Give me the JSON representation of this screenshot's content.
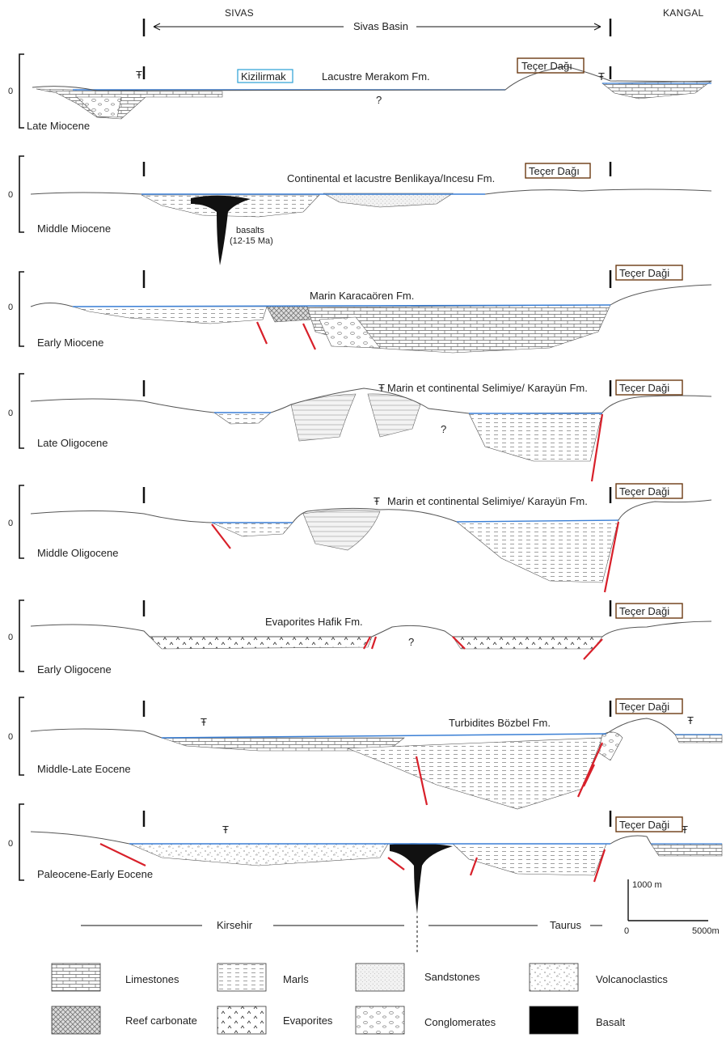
{
  "header": {
    "left_city": "SIVAS",
    "right_city": "KANGAL",
    "basin_label": "Sivas Basin"
  },
  "panels": [
    {
      "zero": "0",
      "period": "Late Miocene",
      "formation": "Lacustre Merakom Fm.",
      "kizilirmak": "Kizilirmak",
      "tecer": "Teçer Dağı",
      "question": "?"
    },
    {
      "zero": "0",
      "period": "Middle Miocene",
      "formation": "Continental et lacustre Benlikaya/Incesu Fm.",
      "tecer": "Teçer Dağı",
      "basalt_label": "basalts",
      "basalt_age": "(12-15 Ma)"
    },
    {
      "zero": "0",
      "period": "Early Miocene",
      "formation": "Marin Karacaören Fm.",
      "tecer": "Teçer Daği"
    },
    {
      "zero": "0",
      "period": "Late Oligocene",
      "formation": "Marin et continental Selimiye/ Karayün Fm.",
      "tecer": "Teçer Daği",
      "question": "?"
    },
    {
      "zero": "0",
      "period": "Middle Oligocene",
      "formation": "Marin et continental Selimiye/ Karayün Fm.",
      "tecer": "Teçer Daği"
    },
    {
      "zero": "0",
      "period": "Early Oligocene",
      "formation": "Evaporites Hafik Fm.",
      "tecer": "Teçer Daği",
      "question": "?"
    },
    {
      "zero": "0",
      "period": "Middle-Late Eocene",
      "formation": "Turbidites Bözbel Fm.",
      "tecer": "Teçer Daği"
    },
    {
      "zero": "0",
      "period": "Paleocene-Early Eocene",
      "tecer": "Teçer Daği"
    }
  ],
  "bottom": {
    "kirsehir": "Kirsehir",
    "taurus": "Taurus",
    "scale_v": "1000 m",
    "scale_h0": "0",
    "scale_h1": "5000m"
  },
  "legend": [
    {
      "key": "limestones",
      "label": "Limestones"
    },
    {
      "key": "marls",
      "label": "Marls"
    },
    {
      "key": "sandstones",
      "label": "Sandstones"
    },
    {
      "key": "volcanoclastics",
      "label": "Volcanoclastics"
    },
    {
      "key": "reef",
      "label": "Reef carbonate"
    },
    {
      "key": "evaporites",
      "label": "Evaporites"
    },
    {
      "key": "conglomerates",
      "label": "Conglomerates"
    },
    {
      "key": "basalt",
      "label": "Basalt"
    }
  ],
  "colors": {
    "sea_level": "#3a7fd5",
    "fault": "#d8202a",
    "kizilirmak_border": "#2a9fd6",
    "tecer_border": "#6b3a12"
  }
}
